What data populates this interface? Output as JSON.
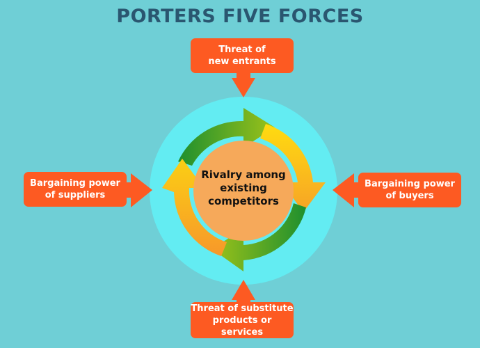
{
  "title": "PORTERS FIVE FORCES",
  "center": {
    "label_lines": [
      "Rivalry among",
      "existing",
      "competitors"
    ]
  },
  "forces": {
    "top": {
      "lines": [
        "Threat of",
        "new entrants"
      ]
    },
    "left": {
      "lines": [
        "Bargaining power",
        "of suppliers"
      ]
    },
    "right": {
      "lines": [
        "Bargaining power",
        "of buyers"
      ]
    },
    "bottom": {
      "lines": [
        "Threat of substitute",
        "products or services"
      ]
    }
  },
  "colors": {
    "background": "#6fcfd6",
    "title": "#2a5670",
    "force_box": "#fd5a22",
    "outer_ring": "#63ecf2",
    "center_circle": "#f6a95a",
    "arrow_green": "#8fbf1a",
    "arrow_yellow": "#fbcb12",
    "arrow_orange": "#f79a2a"
  }
}
